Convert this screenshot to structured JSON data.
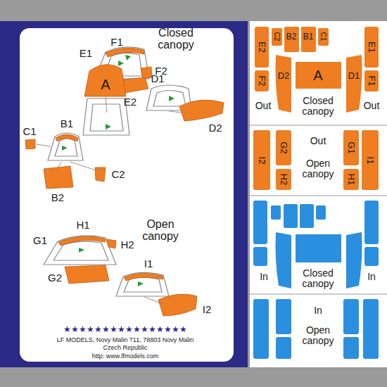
{
  "diagram": {
    "labels": [
      "Closed canopy",
      "E1",
      "F1",
      "F2",
      "A",
      "E2",
      "D1",
      "D2",
      "C1",
      "B1",
      "C2",
      "B2",
      "Open canopy",
      "G1",
      "H1",
      "H2",
      "G2",
      "I1",
      "I2",
      "★★★★★★★★★★★★★★★★",
      "LF MODELS, Novy Malin 711, 78803 Novy Malin",
      "Czech Republic",
      "http: www.lfmodels.com",
      "E2",
      "C2",
      "B2",
      "B1",
      "C1",
      "E1",
      "F2",
      "D2",
      "A",
      "D1",
      "F1",
      "Out",
      "Closed canopy",
      "Out",
      "Out",
      "Open canopy",
      "I2",
      "G2",
      "H2",
      "G1",
      "H1",
      "I1",
      "In",
      "Closed canopy",
      "In",
      "In",
      "Open canopy"
    ]
  }
}
